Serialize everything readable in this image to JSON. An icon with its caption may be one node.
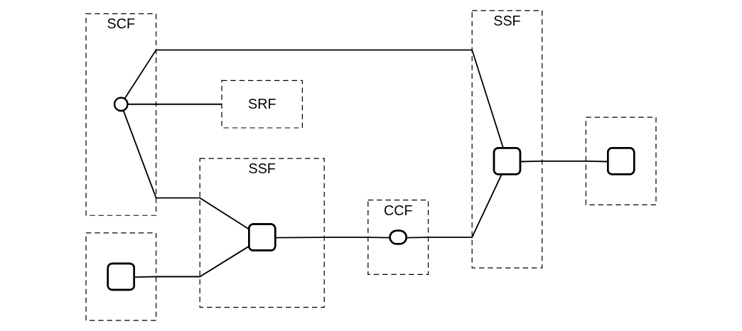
{
  "diagram": {
    "nodes": [
      {
        "text": [
          "SCF"
        ]
      },
      {
        "text": [],
        "shape": "circle",
        "in": 0
      },
      {
        "text": [
          "SRF"
        ]
      },
      {
        "text": [],
        "shape": "box"
      },
      {
        "text": [],
        "shape": "box",
        "in": 3
      },
      {
        "text": [
          "SSF"
        ]
      },
      {
        "text": [],
        "shape": "box",
        "in": 5
      },
      {
        "text": [
          "CCF"
        ]
      },
      {
        "text": [],
        "shape": "stadium",
        "in": 7
      },
      {
        "text": [
          "SSF"
        ]
      },
      {
        "text": [],
        "shape": "box",
        "in": 9
      },
      {
        "text": [],
        "shape": "box"
      },
      {
        "text": [],
        "shape": "box",
        "in": 11
      }
    ],
    "edges": [
      {
        "from": 1,
        "to": 2,
        "arrow": "none"
      },
      {
        "from": 1,
        "to": 6,
        "arrow": "none"
      },
      {
        "from": 1,
        "to": 10,
        "arrow": "none"
      },
      {
        "from": 4,
        "to": 6,
        "arrow": "none"
      },
      {
        "from": 6,
        "to": 8,
        "arrow": "none"
      },
      {
        "from": 8,
        "to": 10,
        "arrow": "none"
      },
      {
        "from": 10,
        "to": 12,
        "arrow": "none"
      }
    ]
  }
}
